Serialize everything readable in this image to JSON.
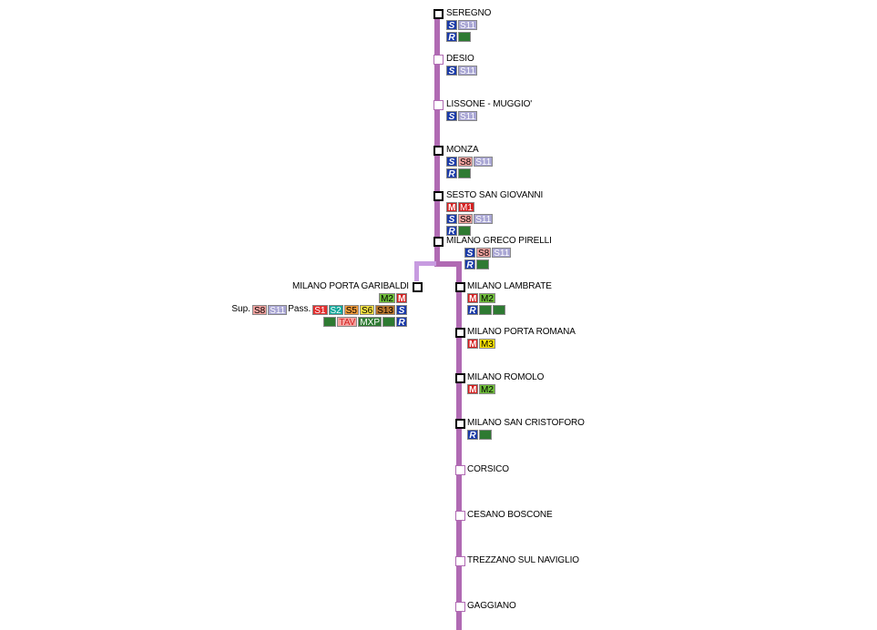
{
  "colors": {
    "line": "#b06ab3",
    "branch": "#c79be0"
  },
  "badge_styles": {
    "S": {
      "bg": "#1a3aa8",
      "fg": "#ffffff",
      "italic": true,
      "bold": true
    },
    "R": {
      "bg": "#1a3aa8",
      "fg": "#ffffff",
      "italic": true,
      "bold": true
    },
    "M": {
      "bg": "#d42020",
      "fg": "#ffffff",
      "bold": true
    },
    "M1": {
      "bg": "#d42020",
      "fg": "#ffffff"
    },
    "M2": {
      "bg": "#6fbf3a",
      "fg": "#000000"
    },
    "M3": {
      "bg": "#ffe600",
      "fg": "#000000"
    },
    "S1": {
      "bg": "#e32e2e",
      "fg": "#ffffff"
    },
    "S2": {
      "bg": "#10a79a",
      "fg": "#ffffff"
    },
    "S5": {
      "bg": "#f39c3a",
      "fg": "#000000"
    },
    "S6": {
      "bg": "#f5e040",
      "fg": "#000000"
    },
    "S8": {
      "bg": "#f4a3a0",
      "fg": "#000000"
    },
    "S11": {
      "bg": "#a9a6d4",
      "fg": "#ffffff"
    },
    "S13": {
      "bg": "#b8762e",
      "fg": "#000000"
    },
    "TAV": {
      "bg": "#f4a3a0",
      "fg": "#d42020"
    },
    "MXP": {
      "bg": "#2e7a32",
      "fg": "#ffffff"
    },
    "G": {
      "bg": "#2e7a32",
      "fg": "#ffffff"
    }
  },
  "stations": [
    {
      "name": "SEREGNO",
      "rows": [
        [
          "S",
          "S11"
        ],
        [
          "R",
          "G"
        ]
      ]
    },
    {
      "name": "DESIO",
      "rows": [
        [
          "S",
          "S11"
        ]
      ]
    },
    {
      "name": "LISSONE - MUGGIO'",
      "rows": [
        [
          "S",
          "S11"
        ]
      ]
    },
    {
      "name": "MONZA",
      "rows": [
        [
          "S",
          "S8",
          "S11"
        ],
        [
          "R",
          "G"
        ]
      ]
    },
    {
      "name": "SESTO SAN GIOVANNI",
      "rows": [
        [
          "M",
          "M1"
        ],
        [
          "S",
          "S8",
          "S11"
        ],
        [
          "R",
          "G"
        ]
      ]
    },
    {
      "name": "MILANO GRECO PIRELLI",
      "rows": [
        [
          "S",
          "S8",
          "S11"
        ],
        [
          "R",
          "G"
        ]
      ]
    },
    {
      "name": "MILANO PORTA GARIBALDI",
      "rows": [
        [
          "M2",
          "M"
        ]
      ],
      "sup_label": "Sup.",
      "sup": [
        "S8",
        "S11"
      ],
      "pass_label": "Pass.",
      "pass": [
        "S1",
        "S2",
        "S5",
        "S6",
        "S13",
        "S"
      ],
      "extra": [
        "G",
        "TAV",
        "MXP",
        "G",
        "R"
      ]
    },
    {
      "name": "MILANO LAMBRATE",
      "rows": [
        [
          "M",
          "M2"
        ],
        [
          "R",
          "G",
          "G"
        ]
      ]
    },
    {
      "name": "MILANO PORTA ROMANA",
      "rows": [
        [
          "M",
          "M3"
        ]
      ]
    },
    {
      "name": "MILANO ROMOLO",
      "rows": [
        [
          "M",
          "M2"
        ]
      ]
    },
    {
      "name": "MILANO SAN CRISTOFORO",
      "rows": [
        [
          "R",
          "G"
        ]
      ]
    },
    {
      "name": "CORSICO",
      "rows": []
    },
    {
      "name": "CESANO BOSCONE",
      "rows": []
    },
    {
      "name": "TREZZANO SUL NAVIGLIO",
      "rows": []
    },
    {
      "name": "GAGGIANO",
      "rows": []
    }
  ]
}
